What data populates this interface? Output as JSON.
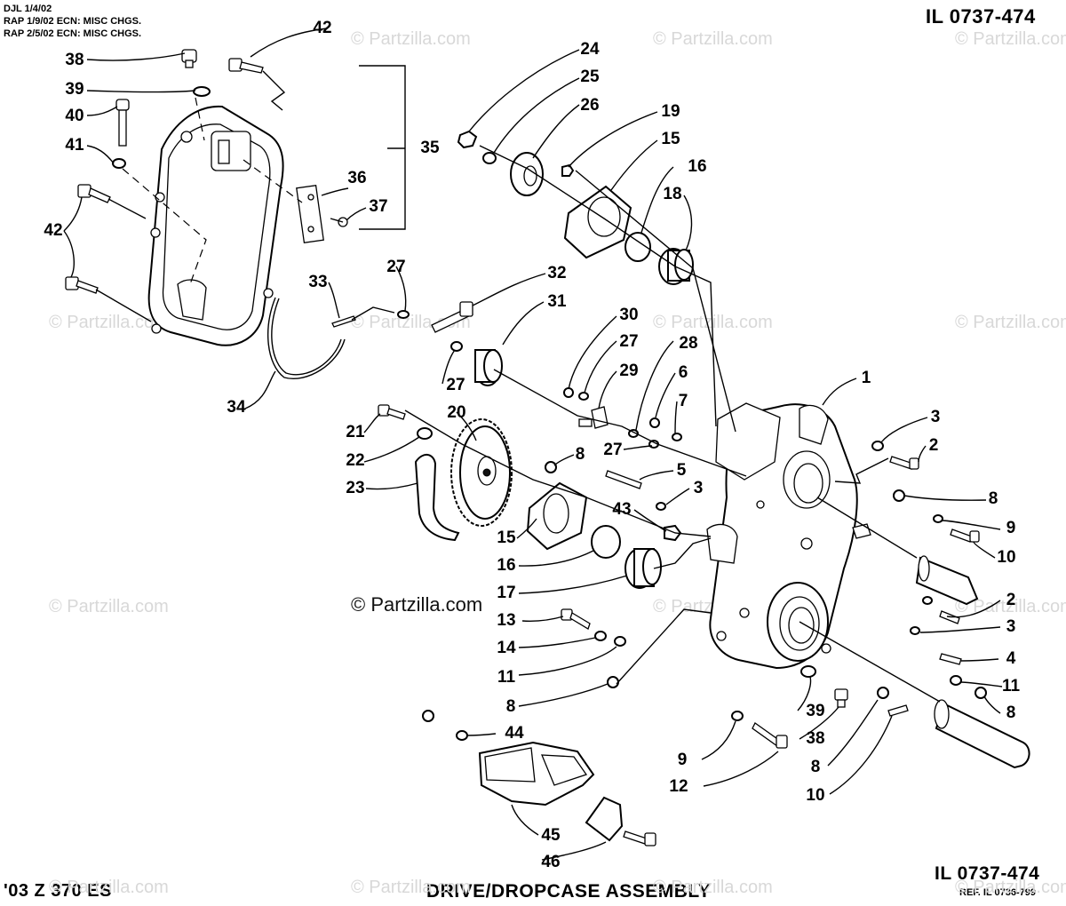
{
  "revision_notes": [
    "DJL 1/4/02",
    "RAP 1/9/02 ECN: MISC CHGS.",
    "RAP 2/5/02 ECN: MISC CHGS."
  ],
  "illustration_number_top": "IL 0737-474",
  "illustration_number_bottom": "IL 0737-474",
  "reference": "REF. IL 0736-799",
  "model": "'03 Z 370 ES",
  "assembly_title": "DRIVE/DROPCASE ASSEMBLY",
  "watermark": "© Partzilla.com",
  "watermark_center": "© Partzilla.com",
  "callouts": {
    "c42a": "42",
    "c38a": "38",
    "c39a": "39",
    "c40": "40",
    "c41": "41",
    "c42b": "42",
    "c35": "35",
    "c36": "36",
    "c37": "37",
    "c33": "33",
    "c27a": "27",
    "c32": "32",
    "c31": "31",
    "c34": "34",
    "c27b": "27",
    "c24": "24",
    "c25": "25",
    "c26": "26",
    "c19": "19",
    "c15a": "15",
    "c16a": "16",
    "c18": "18",
    "c30": "30",
    "c27c": "27",
    "c28": "28",
    "c29": "29",
    "c6": "6",
    "c7": "7",
    "c27d": "27",
    "c1": "1",
    "c3a": "3",
    "c2a": "2",
    "c21": "21",
    "c20": "20",
    "c22": "22",
    "c23": "23",
    "c8a": "8",
    "c5": "5",
    "c3b": "3",
    "c43": "43",
    "c15b": "15",
    "c16b": "16",
    "c17": "17",
    "c13": "13",
    "c14": "14",
    "c11a": "11",
    "c8b": "8",
    "c9a": "9",
    "c10a": "10",
    "c2b": "2",
    "c3c": "3",
    "c4": "4",
    "c11b": "11",
    "c8c": "8",
    "c8d": "8",
    "c44": "44",
    "c39b": "39",
    "c38b": "38",
    "c8e": "8",
    "c9b": "9",
    "c10b": "10",
    "c12": "12",
    "c45": "45",
    "c46": "46"
  }
}
